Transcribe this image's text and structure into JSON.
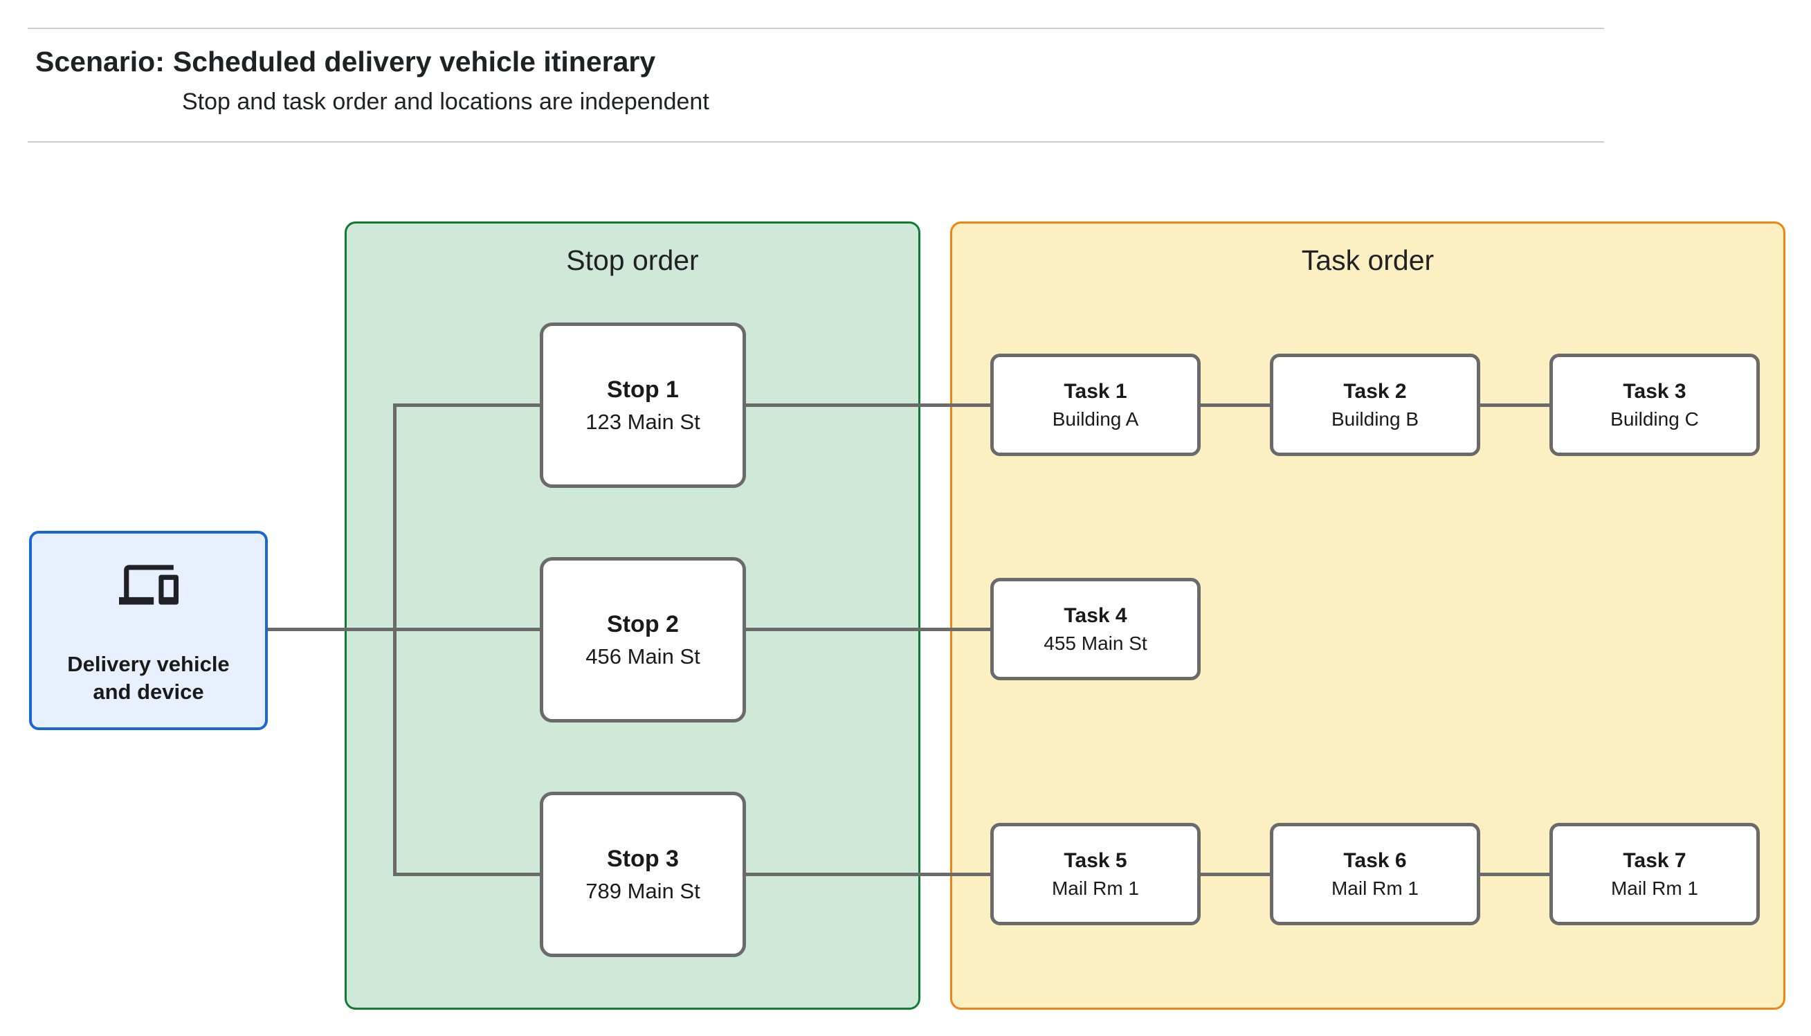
{
  "header": {
    "title_prefix": "Scenario:",
    "title": "Scheduled delivery vehicle itinerary",
    "subtitle": "Stop and task order and locations are independent"
  },
  "vehicle_node": {
    "icon": "devices-icon",
    "label_line1": "Delivery vehicle",
    "label_line2": "and device",
    "fill": "#e8f0fe",
    "border_color": "#1967d2"
  },
  "stop_group": {
    "title": "Stop order",
    "fill": "#cfe8d8",
    "border_color": "#0f7b33",
    "stops": [
      {
        "title": "Stop 1",
        "subtitle": "123 Main St"
      },
      {
        "title": "Stop 2",
        "subtitle": "456 Main St"
      },
      {
        "title": "Stop 3",
        "subtitle": "789 Main St"
      }
    ]
  },
  "task_group": {
    "title": "Task order",
    "fill": "#fcf0c3",
    "border_color": "#ee8511",
    "tasks": [
      {
        "title": "Task 1",
        "subtitle": "Building A"
      },
      {
        "title": "Task 2",
        "subtitle": "Building B"
      },
      {
        "title": "Task 3",
        "subtitle": "Building C"
      },
      {
        "title": "Task 4",
        "subtitle": "455 Main St"
      },
      {
        "title": "Task 5",
        "subtitle": "Mail Rm 1"
      },
      {
        "title": "Task 6",
        "subtitle": "Mail Rm 1"
      },
      {
        "title": "Task 7",
        "subtitle": "Mail Rm 1"
      }
    ]
  },
  "connectors": {
    "color": "#6a6a6a"
  },
  "divider_color": "#cdcdcd"
}
